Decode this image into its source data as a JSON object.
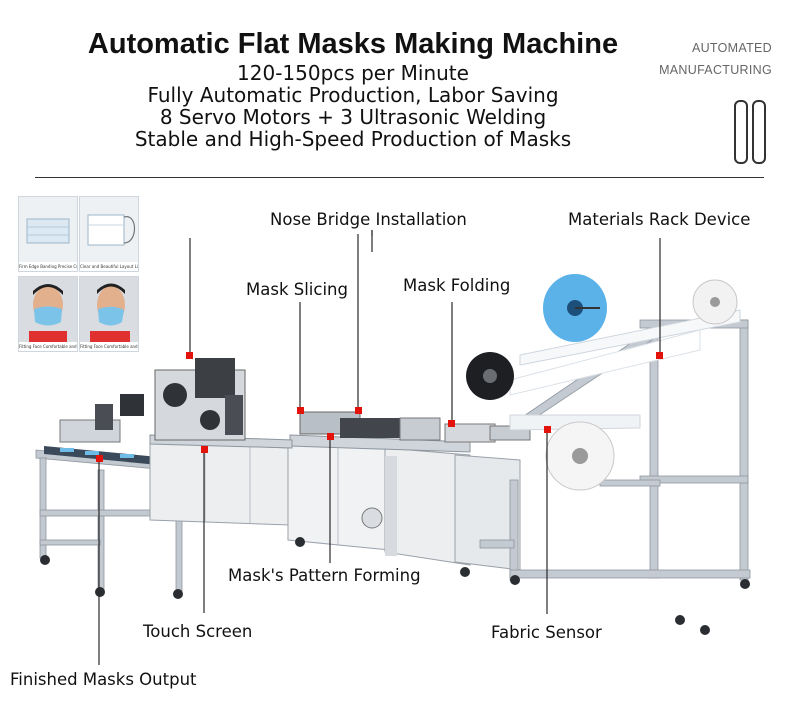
{
  "header": {
    "title": "Automatic Flat Masks Making Machine",
    "lines": [
      "120-150pcs per Minute",
      "Fully Automatic Production, Labor Saving",
      "8 Servo Motors + 3 Ultrasonic Welding",
      "Stable and High-Speed Production of Masks"
    ],
    "tag_line1": "AUTOMATED",
    "tag_line2": "MANUFACTURING"
  },
  "thumbnails": [
    {
      "caption": "Firm Edge Banding Precise Cutting"
    },
    {
      "caption": "Clear and Beautiful Layout Lines of Ultrasonic Welding Traces"
    },
    {
      "caption": "Fitting Face Comfortable and Beautiful"
    },
    {
      "caption": "Fitting Face Comfortable and Beautiful"
    }
  ],
  "callouts": {
    "nose_bridge": "Nose Bridge Installation",
    "materials_rack": "Materials Rack Device",
    "mask_slicing": "Mask Slicing",
    "mask_folding": "Mask Folding",
    "pattern_forming": "Mask's Pattern Forming",
    "touch_screen": "Touch Screen",
    "fabric_sensor": "Fabric Sensor",
    "finished_output": "Finished Masks Output"
  },
  "colors": {
    "marker": "#e3120b",
    "mask_blue": "#5ab2e8",
    "frame": "#bfc5cc",
    "cabinet": "#eef0f2"
  }
}
